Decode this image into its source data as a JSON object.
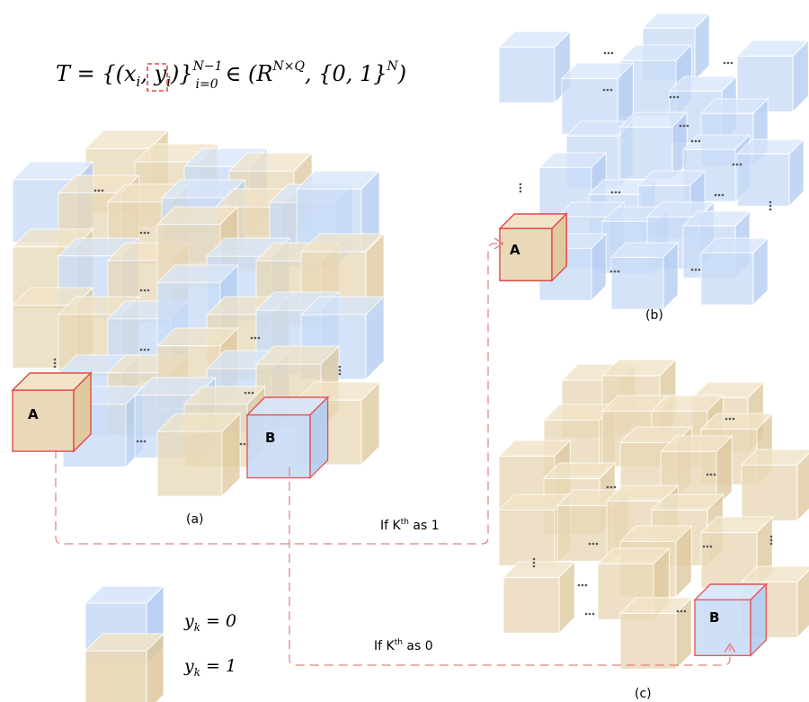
{
  "formula": {
    "prefix": "T = {(x",
    "sub_i": "i",
    "comma": ", ",
    "y": "y",
    "y_sub": "i",
    "close": ")}",
    "sup": "N−1",
    "sub": "i=0",
    "in_part": "∈ (R",
    "r_sup": "N×Q",
    "tail": ", {0, 1}",
    "tail_sup": "N",
    "paren": ")"
  },
  "panels": {
    "a_caption": "(a)",
    "b_caption": "(b)",
    "c_caption": "(c)"
  },
  "markers": {
    "a_label": "A",
    "b_label": "B"
  },
  "arrows": {
    "to_b_text": "If K",
    "to_b_sup": "th",
    "to_b_tail": " as 1",
    "to_c_text": "If K",
    "to_c_sup": "th",
    "to_c_tail": " as 0"
  },
  "legend": {
    "blue_y": "y",
    "blue_sub": "k",
    "blue_eq": " = 0",
    "tan_y": "y",
    "tan_sub": "k",
    "tan_eq": " = 1"
  },
  "colors": {
    "blue_front": "#c9dcf7",
    "blue_top": "#d8e6fb",
    "blue_side": "#b3cdf3",
    "tan_front": "#e9d9b8",
    "tan_top": "#f1e4c8",
    "tan_side": "#dfcaa0",
    "highlight": "#e04a4a",
    "dash": "#e08080"
  }
}
